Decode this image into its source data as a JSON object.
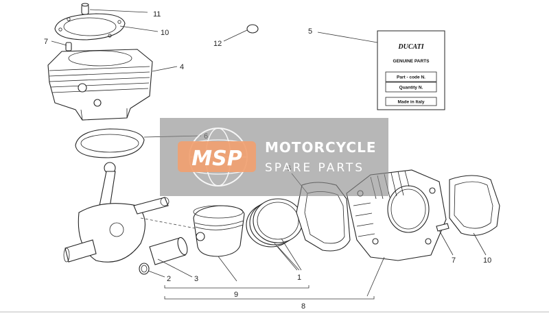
{
  "callouts": {
    "c11": "11",
    "c10_top": "10",
    "c7_top": "7",
    "c12": "12",
    "c5": "5",
    "c4": "4",
    "c6_left": "6",
    "c6_mid": "6",
    "c2": "2",
    "c3": "3",
    "c9": "9",
    "c1": "1",
    "c8": "8",
    "c7_right": "7",
    "c10_right": "10"
  },
  "parts_label": {
    "brand": "DUCATI",
    "genuine": "GENUINE PARTS",
    "part_code": "Part - code N.",
    "quantity": "Quantity N.",
    "made_in": "Made in Italy"
  },
  "watermark": {
    "logo": "MSP",
    "line1": "MOTORCYCLE",
    "line2": "SPARE PARTS"
  },
  "colors": {
    "watermark_bg": "#8a8a8a",
    "logo_orange": "#f0a070"
  }
}
